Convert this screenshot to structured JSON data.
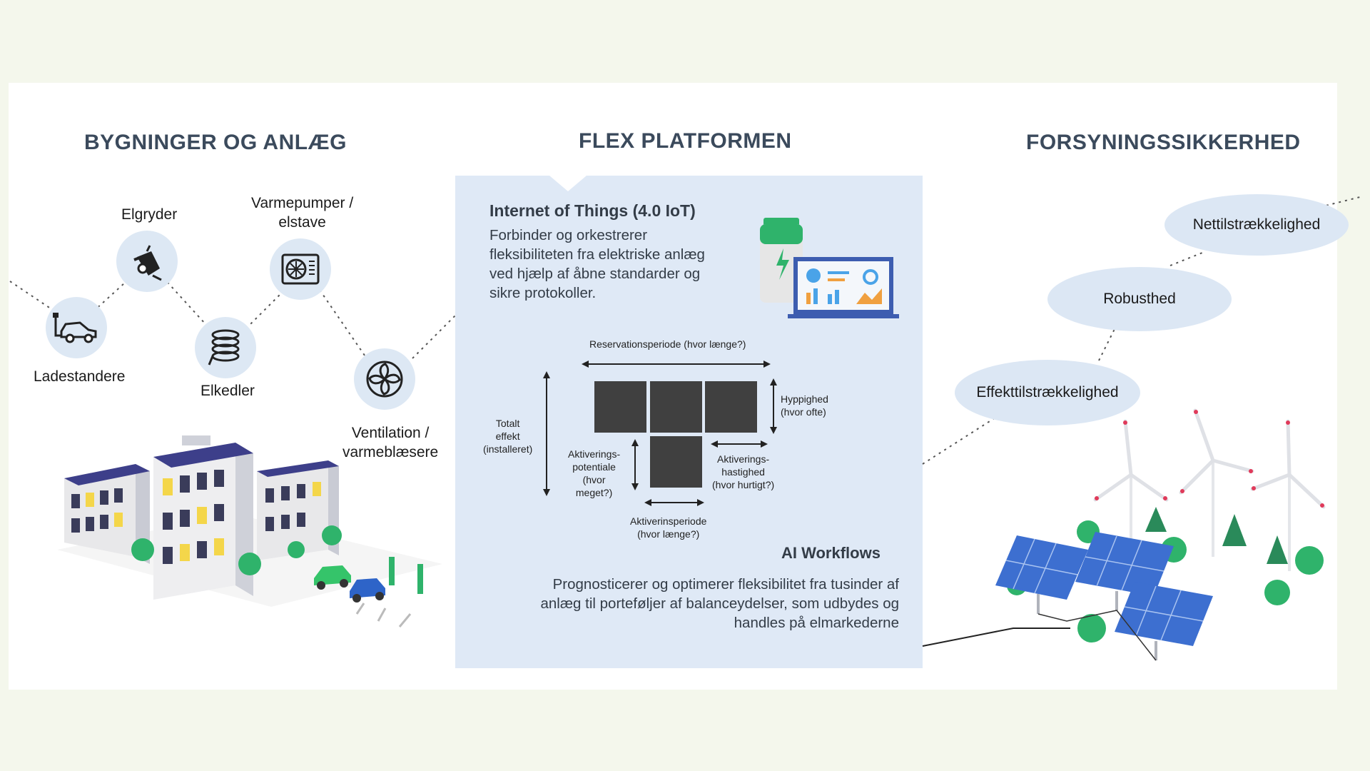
{
  "sections": {
    "left_title": "BYGNINGER OG ANLÆG",
    "center_title": "FLEX PLATFORMEN",
    "right_title": "FORSYNINGSSIKKERHED"
  },
  "devices": {
    "elgryder": "Elgryder",
    "varmepumper": "Varmepumper /\nelstave",
    "ladestandere": "Ladestandere",
    "elkedler": "Elkedler",
    "ventilation": "Ventilation /\nvarmeblæsere"
  },
  "iot": {
    "title": "Internet of Things (4.0 IoT)",
    "description": "Forbinder og orkestrerer fleksibiliteten fra elektriske anlæg ved hjælp af åbne standarder og sikre protokoller."
  },
  "flex_diagram": {
    "reservation": "Reservationsperiode (hvor længe?)",
    "total": "Totalt\neffekt\n(installeret)",
    "frequency": "Hyppighed\n(hvor ofte)",
    "activation_potential": "Aktiverings-\npotentiale\n(hvor\nmeget?)",
    "activation_speed": "Aktiverings-\nhastighed\n(hvor hurtigt?)",
    "activation_period": "Aktiverinsperiode\n(hvor længe?)"
  },
  "ai": {
    "title": "AI Workflows",
    "description": "Prognosticerer og optimerer fleksibilitet fra tusinder af anlæg til porteføljer af balanceydelser, som udbydes og handles på elmarkederne"
  },
  "security": {
    "level1": "Effekttilstrækkelighed",
    "level2": "Robusthed",
    "level3": "Nettilstrækkelighed"
  },
  "colors": {
    "title": "#3b4a5c",
    "panel": "#dfe9f6",
    "circle": "#dde8f4",
    "block": "#404040",
    "green": "#2fb36b",
    "solar": "#3d6fd0"
  }
}
